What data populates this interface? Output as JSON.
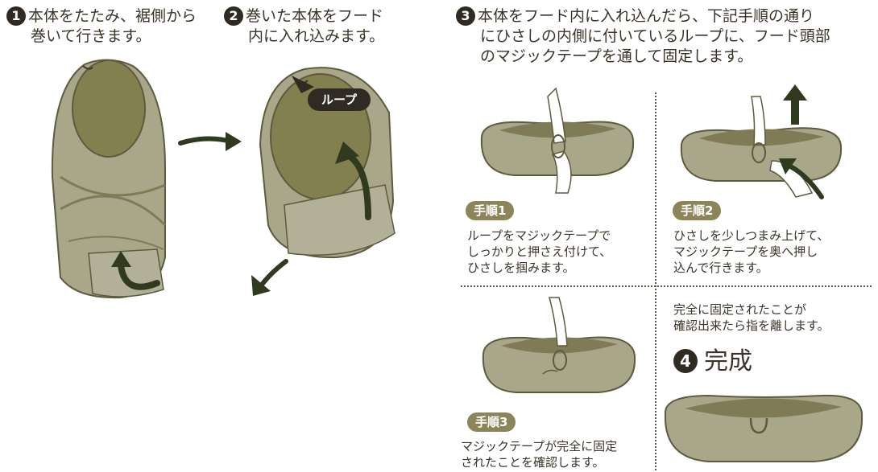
{
  "colors": {
    "fabric": "#a8a78a",
    "fabric_dark": "#7f7b56",
    "fabric_inner": "#83804f",
    "outline": "#5e5a3e",
    "arrow": "#2f3a1e",
    "badge": "#8b8559",
    "text": "#3a3328"
  },
  "steps": [
    {
      "number": "1",
      "lines": [
        "本体をたたみ、裾側から",
        "巻いて行きます。"
      ]
    },
    {
      "number": "2",
      "lines": [
        "巻いた本体をフード",
        "内に入れ込みます。"
      ]
    },
    {
      "number": "3",
      "lines": [
        "本体をフード内に入れ込んだら、下記手順の通り",
        "にひさしの内側に付いているループに、フード頭部",
        "のマジックテープを通して固定します。"
      ]
    }
  ],
  "loop_label": "ループ",
  "substeps": [
    {
      "badge": "手順1",
      "lines": [
        "ループをマジックテープで",
        "しっかりと押さえ付けて、",
        "ひさしを掴みます。"
      ]
    },
    {
      "badge": "手順2",
      "lines": [
        "ひさしを少しつまみ上げて、",
        "マジックテープを奥へ押し",
        "込んで行きます。"
      ]
    },
    {
      "badge": "手順3",
      "lines": [
        "マジックテープが完全に固定",
        "されたことを確認します。"
      ]
    }
  ],
  "confirm_lines": [
    "完全に固定されたことが",
    "確認出来たら指を離します。"
  ],
  "complete": {
    "number": "4",
    "label": "完成"
  },
  "icons": [
    "arrow-right-icon",
    "curved-arrow-up-icon",
    "arrow-down-left-icon",
    "arrow-up-icon",
    "hand-icon"
  ]
}
